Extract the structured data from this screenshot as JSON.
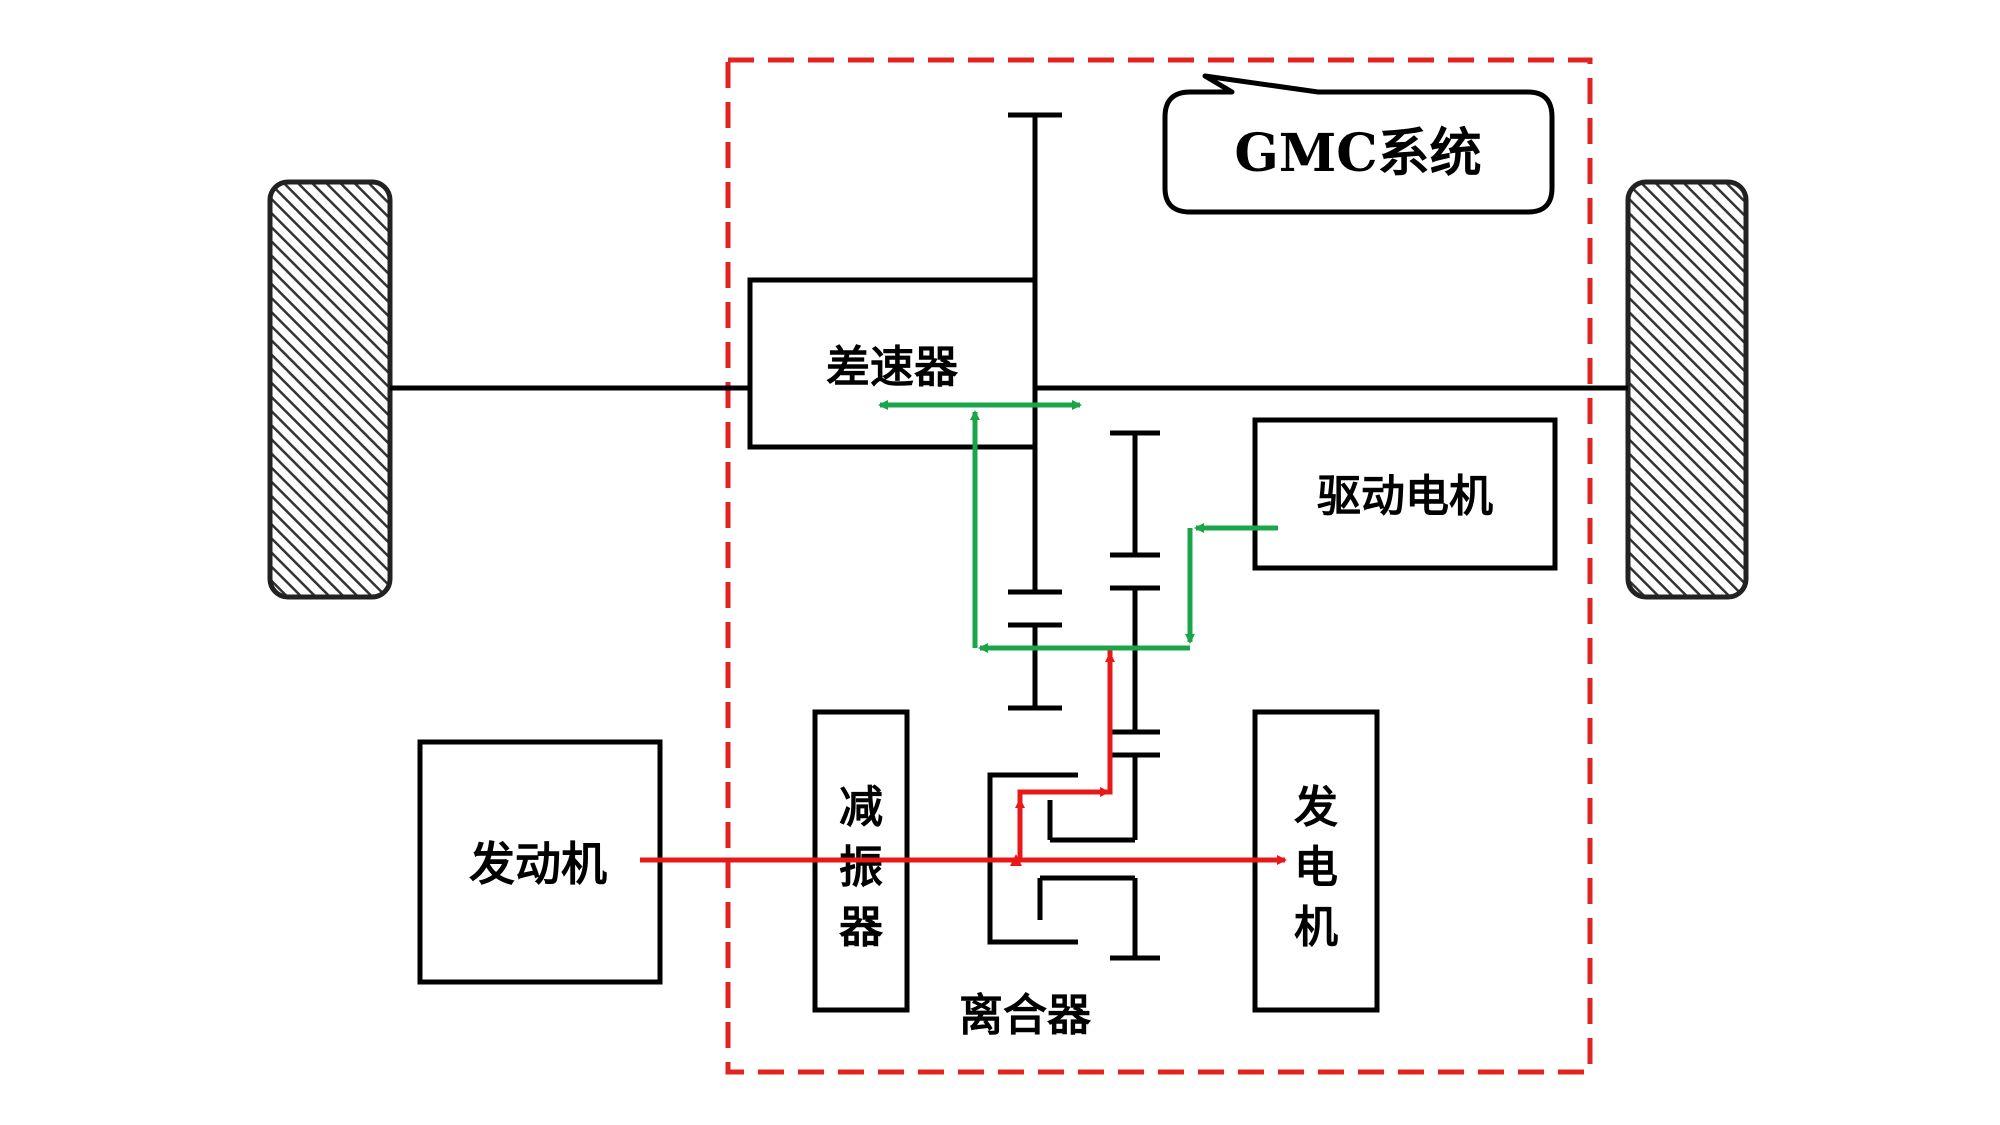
{
  "diagram": {
    "system_label": "GMC系统",
    "differential": "差速器",
    "drive_motor": "驱动电机",
    "engine": "发动机",
    "damper": [
      "减",
      "振",
      "器"
    ],
    "generator": [
      "发",
      "电",
      "机"
    ],
    "clutch": "离合器"
  },
  "colors": {
    "boundary": "#e32222",
    "engine_path": "#e81818",
    "motor_path": "#1aa548",
    "line": "#000000",
    "tire_hatch": "#3a3a3a"
  }
}
